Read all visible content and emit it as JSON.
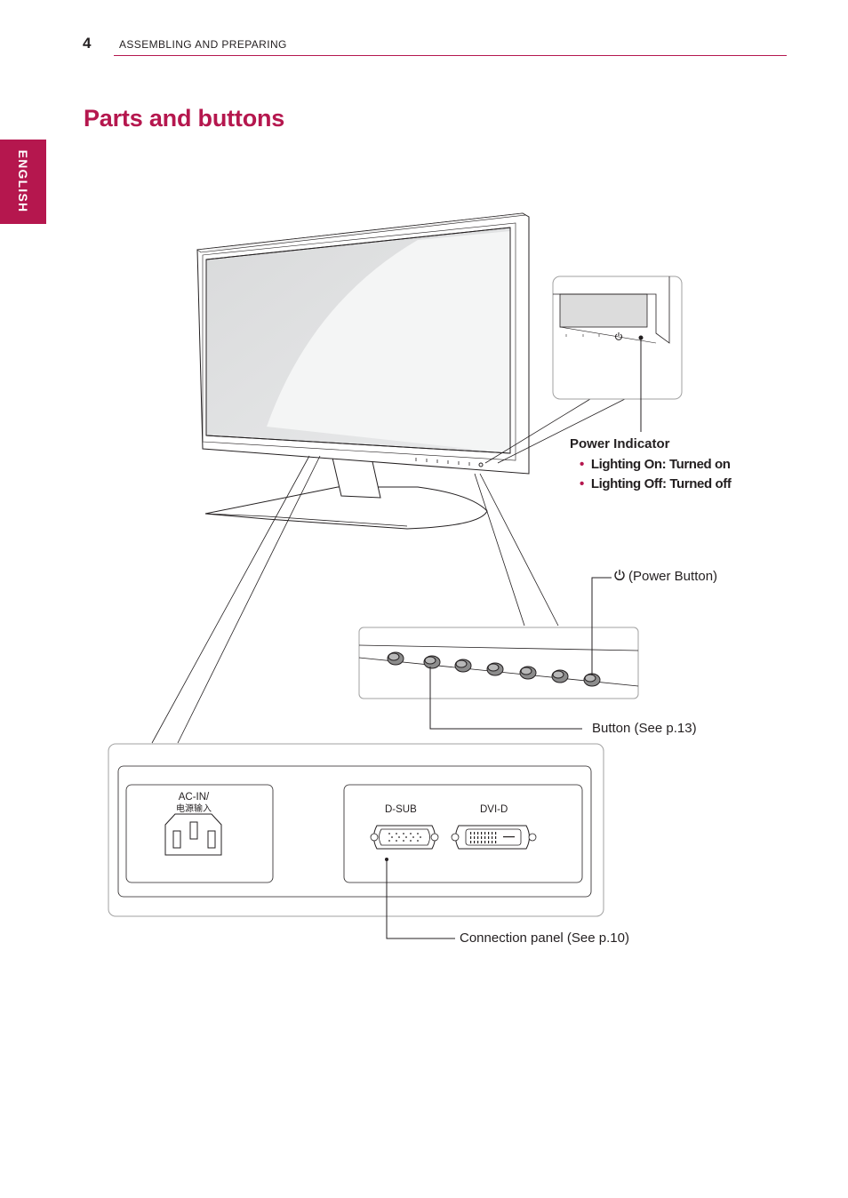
{
  "header": {
    "page_number": "4",
    "section_title": "ASSEMBLING AND PREPARING"
  },
  "page_title": "Parts and buttons",
  "side_tab": "ENGLISH",
  "callouts": {
    "power_indicator": {
      "title": "Power Indicator",
      "bullets": [
        "Lighting On: Turned on",
        "Lighting Off: Turned off"
      ]
    },
    "power_button": "(Power Button)",
    "button": "Button (See p.13)",
    "connection_panel": "Connection panel (See p.10)"
  },
  "ports": {
    "ac_in": "AC-IN/",
    "ac_in_cn": "电源输入",
    "dsub": "D-SUB",
    "dvid": "DVI-D"
  },
  "colors": {
    "accent": "#b5174e",
    "line": "#231f20"
  },
  "icons": [
    "power-icon",
    "bullet-dot"
  ]
}
